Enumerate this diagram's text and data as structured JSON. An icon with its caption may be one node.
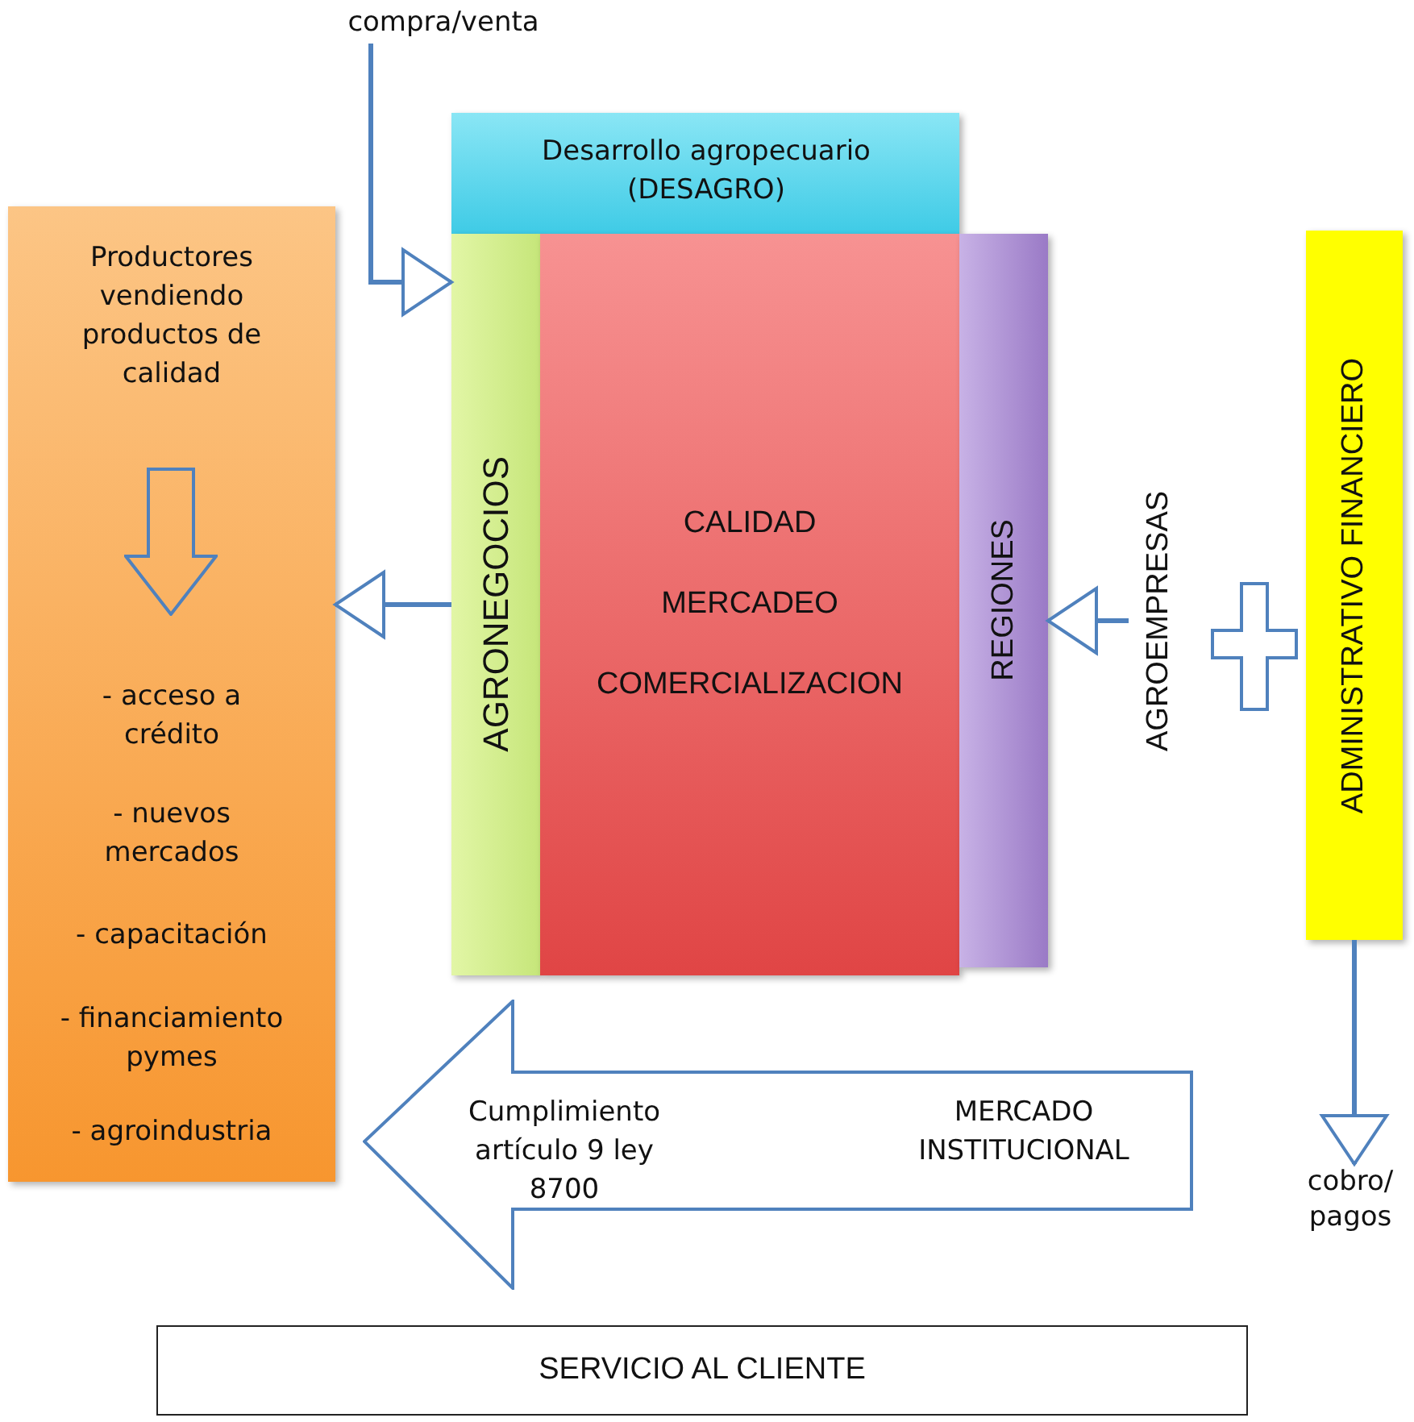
{
  "diagram": {
    "nodes": [
      {
        "text": [
          "Productores vendiendo productos de calidad",
          "- acceso a crédito",
          "- nuevos mercados",
          "- capacitación",
          "- financiamiento pymes",
          "- agroindustria"
        ]
      },
      {
        "text": [
          "Desarrollo agropecuario (DESAGRO)"
        ]
      },
      {
        "text": [
          "AGRONEGOCIOS"
        ]
      },
      {
        "text": [
          "CALIDAD",
          "MERCADEO",
          "COMERCIALIZACION"
        ]
      },
      {
        "text": [
          "REGIONES"
        ]
      },
      {
        "text": [
          "ADMINISTRATIVO FINANCIERO"
        ]
      },
      {
        "text": [
          "AGROEMPRESAS"
        ]
      },
      {
        "text": [
          "compra/venta"
        ]
      },
      {
        "text": [
          "cobro/ pagos"
        ]
      },
      {
        "text": [
          "Cumplimiento artículo 9 ley 8700",
          "MERCADO INSTITUCIONAL"
        ]
      },
      {
        "text": [
          "SERVICIO AL CLIENTE"
        ]
      }
    ],
    "edges": [
      {
        "from": 2,
        "to": 0,
        "arrow": "to"
      },
      {
        "from": 7,
        "to": 2,
        "arrow": "to"
      },
      {
        "from": 6,
        "to": 4,
        "arrow": "to"
      },
      {
        "from": 5,
        "to": 8,
        "arrow": "to"
      }
    ]
  }
}
